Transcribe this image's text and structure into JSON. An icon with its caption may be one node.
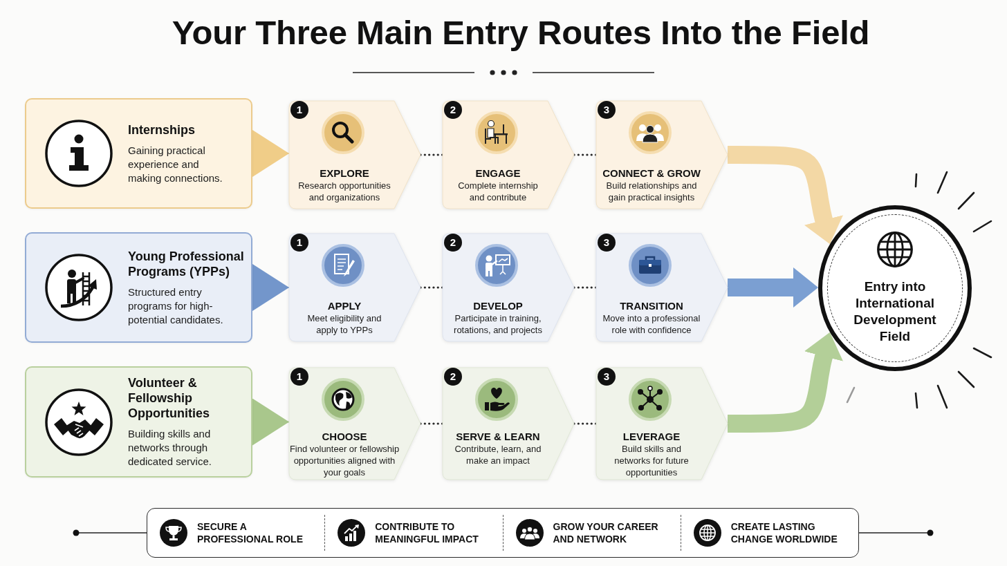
{
  "diagram": {
    "title": "Your Three Main Entry Routes Into the Field",
    "nodes": [
      {
        "text": [
          "Internships",
          "Gaining practical experience and making connections."
        ]
      },
      {
        "text": [
          "1",
          "EXPLORE",
          "Research opportunities and organizations"
        ]
      },
      {
        "text": [
          "2",
          "ENGAGE",
          "Complete internship and contribute"
        ]
      },
      {
        "text": [
          "3",
          "CONNECT & GROW",
          "Build relationships and gain practical insights"
        ]
      },
      {
        "text": [
          "Young Professional Programs (YPPs)",
          "Structured entry programs for high-potential candidates."
        ]
      },
      {
        "text": [
          "1",
          "APPLY",
          "Meet eligibility and apply to YPPs"
        ]
      },
      {
        "text": [
          "2",
          "DEVELOP",
          "Participate in training, rotations, and projects"
        ]
      },
      {
        "text": [
          "3",
          "TRANSITION",
          "Move into a professional role with confidence"
        ]
      },
      {
        "text": [
          "Volunteer & Fellowship Opportunities",
          "Building skills and networks through dedicated service."
        ]
      },
      {
        "text": [
          "1",
          "CHOOSE",
          "Find volunteer or fellowship opportunities aligned with your goals"
        ]
      },
      {
        "text": [
          "2",
          "SERVE & LEARN",
          "Contribute, learn, and make an impact"
        ]
      },
      {
        "text": [
          "3",
          "LEVERAGE",
          "Build skills and networks for future opportunities"
        ]
      },
      {
        "text": [
          "Entry into International Development Field"
        ]
      },
      {
        "text": [
          "SECURE A PROFESSIONAL ROLE",
          "CONTRIBUTE TO MEANINGFUL IMPACT",
          "GROW YOUR CAREER AND NETWORK",
          "CREATE LASTING CHANGE WORLDWIDE"
        ]
      }
    ],
    "edges": [
      {
        "from": 0,
        "to": 1,
        "arrow": "to",
        "color": "#f0cd88"
      },
      {
        "from": 1,
        "to": 2,
        "arrow": "none",
        "style": "dashed"
      },
      {
        "from": 2,
        "to": 3,
        "arrow": "none",
        "style": "dashed"
      },
      {
        "from": 3,
        "to": 12,
        "arrow": "to",
        "style": "thick",
        "color": "#f3d8a5"
      },
      {
        "from": 4,
        "to": 5,
        "arrow": "to",
        "color": "#7396cb"
      },
      {
        "from": 5,
        "to": 6,
        "arrow": "none",
        "style": "dashed"
      },
      {
        "from": 6,
        "to": 7,
        "arrow": "none",
        "style": "dashed"
      },
      {
        "from": 7,
        "to": 12,
        "arrow": "to",
        "style": "thick",
        "color": "#7b9fd2"
      },
      {
        "from": 8,
        "to": 9,
        "arrow": "to",
        "color": "#a9c78c"
      },
      {
        "from": 9,
        "to": 10,
        "arrow": "none",
        "style": "dashed"
      },
      {
        "from": 10,
        "to": 11,
        "arrow": "none",
        "style": "dashed"
      },
      {
        "from": 11,
        "to": 12,
        "arrow": "to",
        "style": "thick",
        "color": "#b3cf98"
      }
    ]
  }
}
